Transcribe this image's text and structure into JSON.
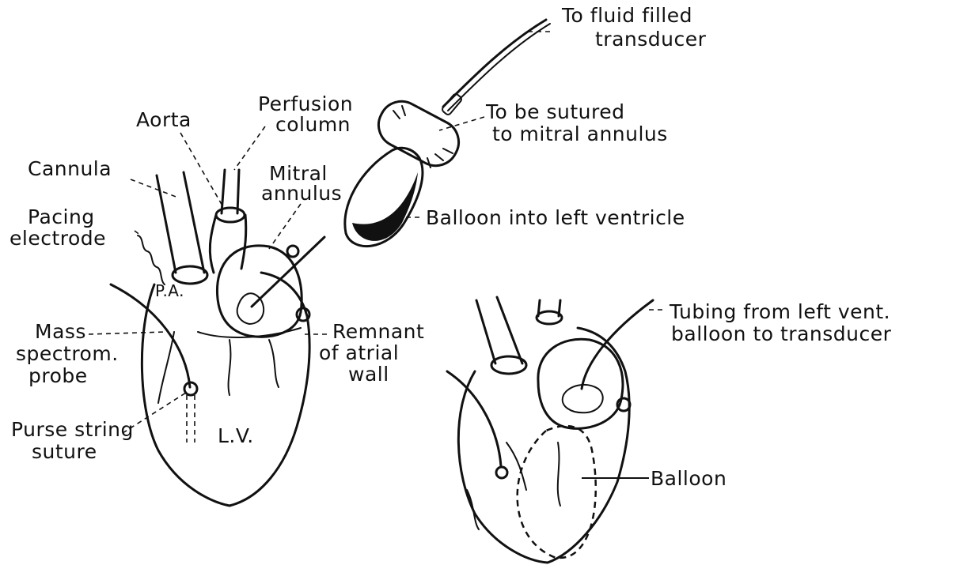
{
  "labels": {
    "to_fluid_filled_line1": "To fluid filled",
    "to_fluid_filled_line2": "transducer",
    "to_be_sutured_line1": "To be sutured",
    "to_be_sutured_line2": "to mitral annulus",
    "perfusion_line1": "Perfusion",
    "perfusion_line2": "column",
    "aorta": "Aorta",
    "cannula": "Cannula",
    "mitral_line1": "Mitral",
    "mitral_line2": "annulus",
    "pacing_line1": "Pacing",
    "pacing_line2": "electrode",
    "balloon_into_lv": "Balloon into left ventricle",
    "pa": "P.A.",
    "mass_line1": "Mass",
    "mass_line2": "spectrom.",
    "mass_line3": "probe",
    "remnant_line1": "Remnant",
    "remnant_line2": "of atrial",
    "remnant_line3": "wall",
    "purse_line1": "Purse string",
    "purse_line2": "suture",
    "lv": "L.V.",
    "tubing_line1": "Tubing from left vent.",
    "tubing_line2": "balloon to transducer",
    "balloon": "Balloon"
  }
}
